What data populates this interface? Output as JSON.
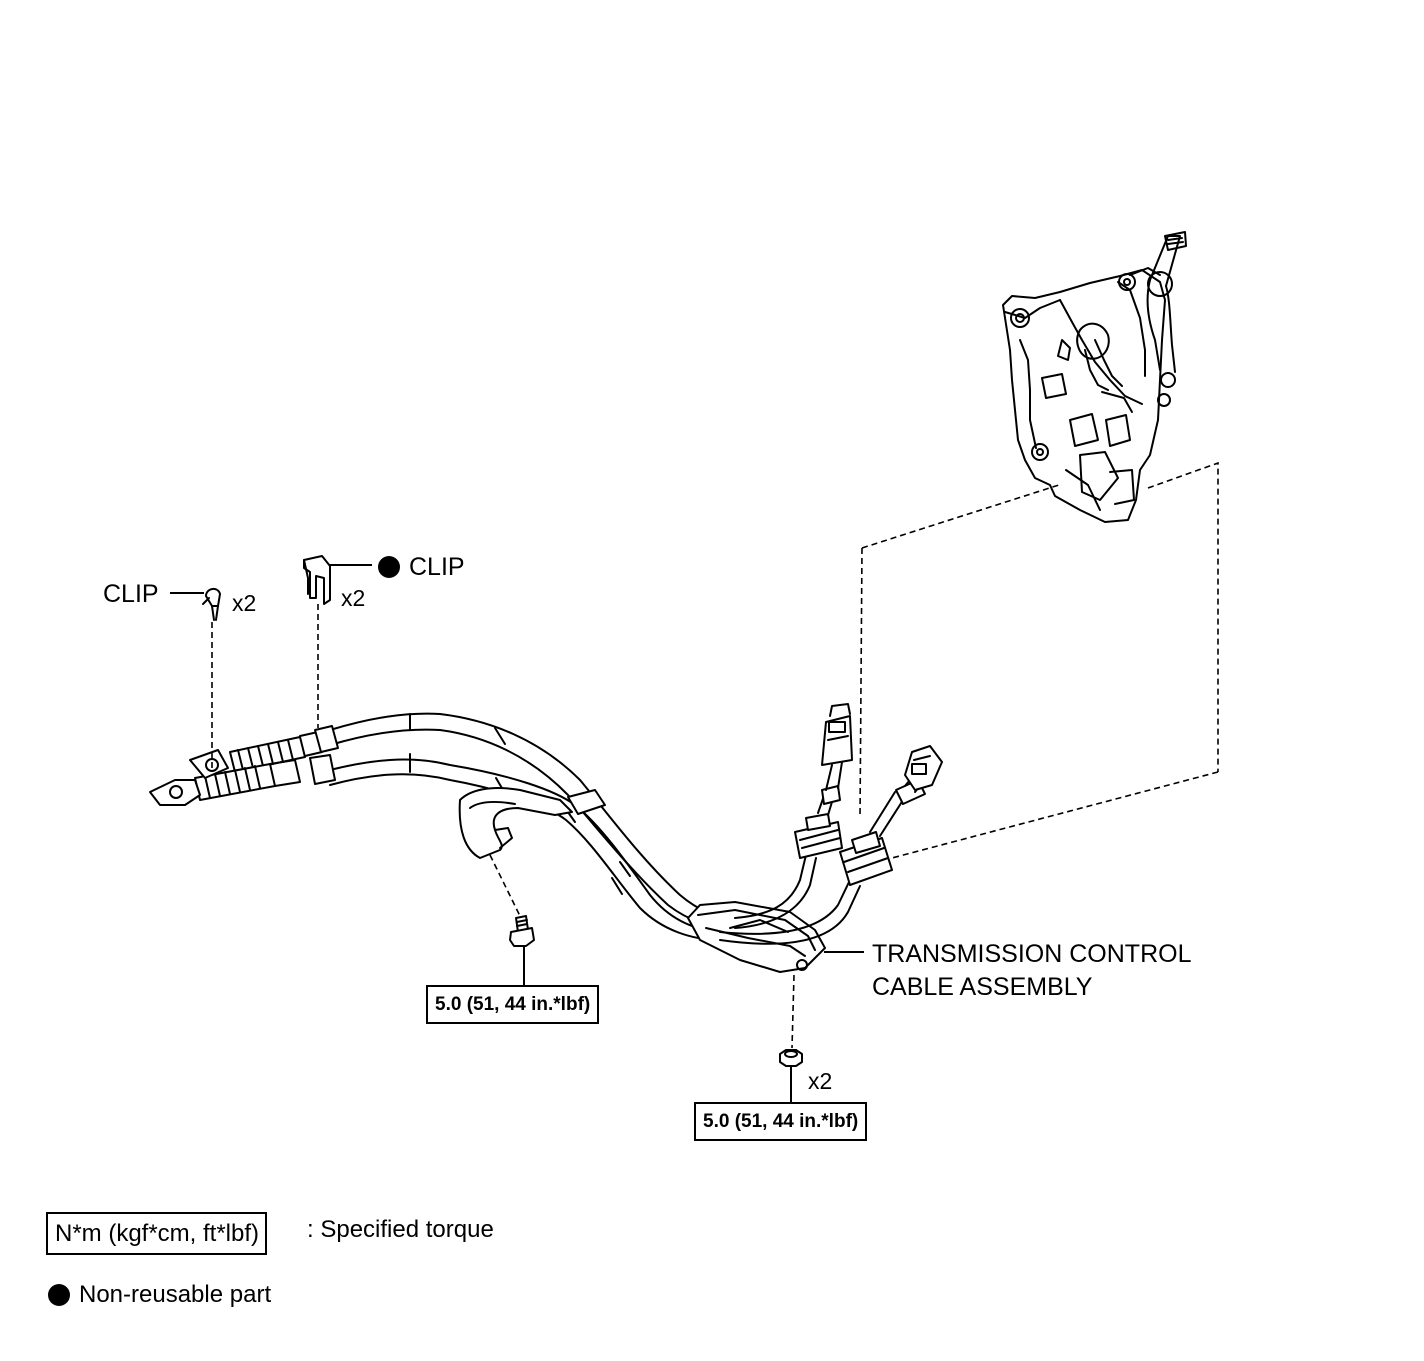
{
  "labels": {
    "clip_left": "CLIP",
    "clip_left_qty": "x2",
    "clip_right": "CLIP",
    "clip_right_qty": "x2",
    "assembly_line1": "TRANSMISSION CONTROL",
    "assembly_line2": "CABLE ASSEMBLY",
    "nut_qty": "x2"
  },
  "torque": {
    "bolt": "5.0 (51, 44 in.*lbf)",
    "nut": "5.0 (51, 44 in.*lbf)"
  },
  "legend": {
    "torque_unit": "N*m (kgf*cm, ft*lbf)",
    "torque_desc": ": Specified torque",
    "nonreusable": "Non-reusable part"
  },
  "icons": {
    "nonreusable_marker": "filled-circle-icon"
  }
}
